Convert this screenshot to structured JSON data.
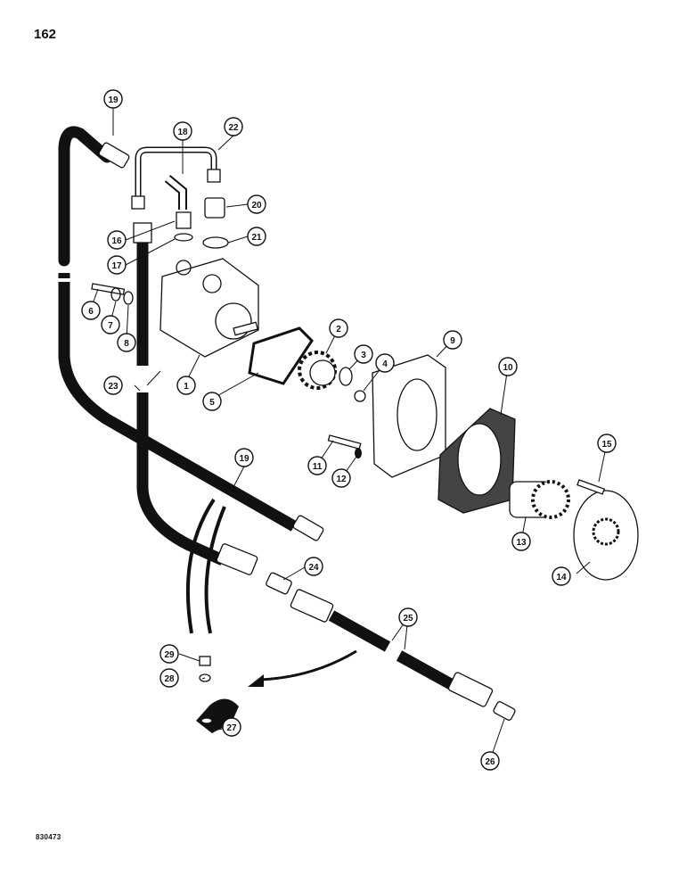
{
  "page": {
    "page_number": "162",
    "drawing_number": "830473"
  },
  "callouts": [
    {
      "id": "c1",
      "label": "1"
    },
    {
      "id": "c2",
      "label": "2"
    },
    {
      "id": "c3",
      "label": "3"
    },
    {
      "id": "c4",
      "label": "4"
    },
    {
      "id": "c5",
      "label": "5"
    },
    {
      "id": "c6",
      "label": "6"
    },
    {
      "id": "c7",
      "label": "7"
    },
    {
      "id": "c8",
      "label": "8"
    },
    {
      "id": "c9",
      "label": "9"
    },
    {
      "id": "c10",
      "label": "10"
    },
    {
      "id": "c11",
      "label": "11"
    },
    {
      "id": "c12",
      "label": "12"
    },
    {
      "id": "c13",
      "label": "13"
    },
    {
      "id": "c14",
      "label": "14"
    },
    {
      "id": "c15",
      "label": "15"
    },
    {
      "id": "c16",
      "label": "16"
    },
    {
      "id": "c17",
      "label": "17"
    },
    {
      "id": "c18",
      "label": "18"
    },
    {
      "id": "c19a",
      "label": "19"
    },
    {
      "id": "c19b",
      "label": "19"
    },
    {
      "id": "c20",
      "label": "20"
    },
    {
      "id": "c21",
      "label": "21"
    },
    {
      "id": "c22",
      "label": "22"
    },
    {
      "id": "c23",
      "label": "23"
    },
    {
      "id": "c24",
      "label": "24"
    },
    {
      "id": "c25",
      "label": "25"
    },
    {
      "id": "c26",
      "label": "26"
    },
    {
      "id": "c27",
      "label": "27"
    },
    {
      "id": "c28",
      "label": "28"
    },
    {
      "id": "c29",
      "label": "29"
    }
  ]
}
